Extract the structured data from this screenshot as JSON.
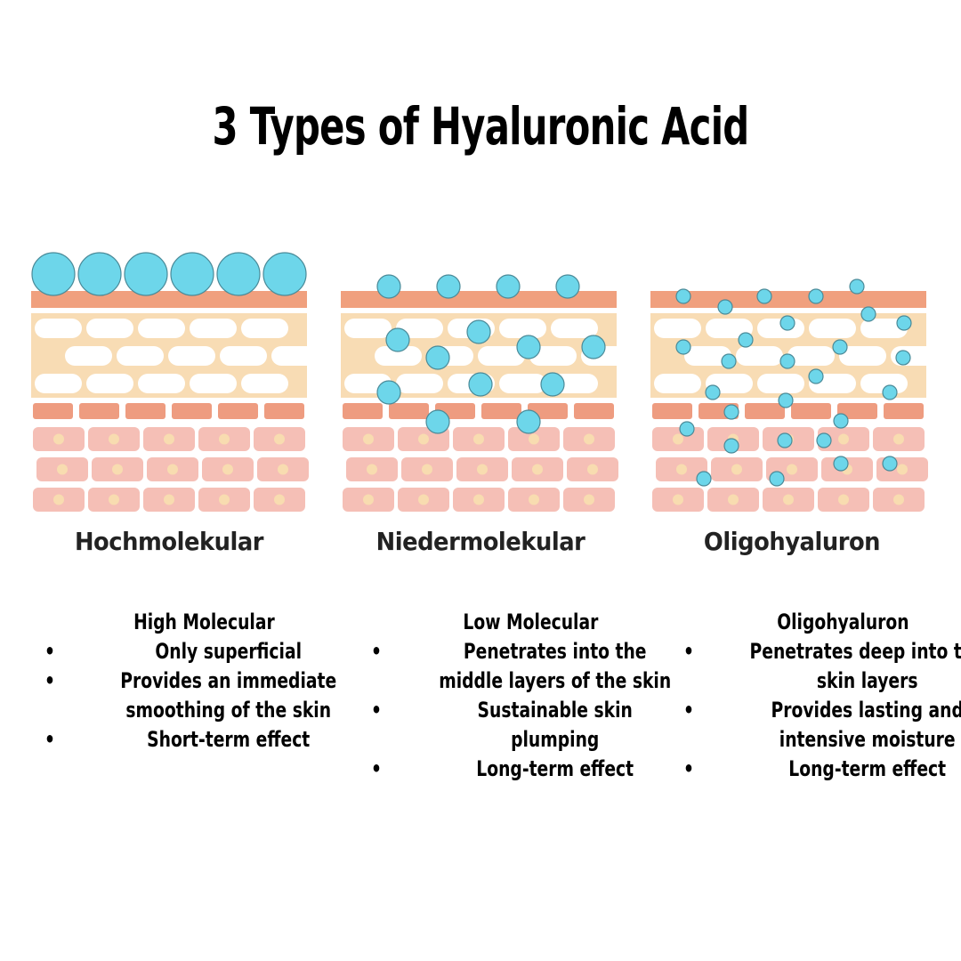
{
  "title": "3 Types of Hyaluronic Acid",
  "colors": {
    "molecule": "#6dd6ea",
    "molecule_stroke": "#4a8a98",
    "top_layer": "#f0a07e",
    "epidermis": "#f8dcb4",
    "cell_white": "#ffffff",
    "dark_cells": "#ee9c80",
    "pink_cells": "#f5bfb6",
    "nucleus": "#f8dcb0"
  },
  "panels": [
    {
      "label": "Hochmolekular"
    },
    {
      "label": "Niedermolekular"
    },
    {
      "label": "Oligohyaluron"
    }
  ],
  "columns": [
    {
      "heading": "High Molecular",
      "bullet": "•",
      "items": [
        "Only superficial",
        "Provides an immediate smoothing of the skin",
        "Short-term effect"
      ]
    },
    {
      "heading": "Low Molecular",
      "bullet": "•",
      "items": [
        "Penetrates into the middle layers of the skin",
        "Sustainable skin plumping",
        "Long-term effect"
      ]
    },
    {
      "heading": "Oligohyaluron",
      "bullet": "•",
      "items": [
        "Penetrates deep into the skin layers",
        "Provides lasting and intensive moisture",
        "Long-term effect"
      ]
    }
  ]
}
